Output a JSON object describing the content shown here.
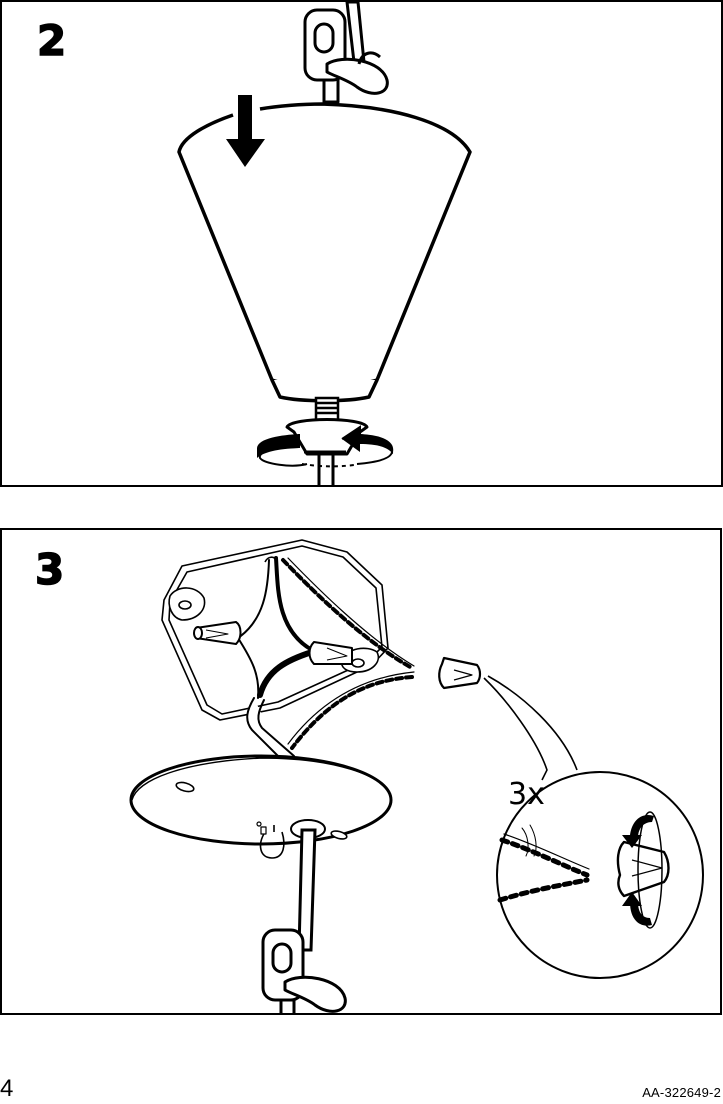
{
  "document": {
    "type": "assembly-instructions",
    "page_number": "4",
    "article_code": "AA-322649-2"
  },
  "steps": [
    {
      "number": "2",
      "illustration": "cone-lampshade-slide-down-and-screw-ring",
      "icons": [
        "cord-hook-icon",
        "down-arrow-icon",
        "rotate-arrow-icon"
      ]
    },
    {
      "number": "3",
      "illustration": "ceiling-box-wire-connectors-and-canopy",
      "quantity_label": "3x",
      "icons": [
        "junction-box-icon",
        "wire-nut-icon",
        "ceiling-canopy-icon",
        "magnify-callout-icon",
        "twist-arrow-icon",
        "cord-hook-icon"
      ]
    }
  ],
  "colors": {
    "ink": "#000000",
    "paper": "#ffffff"
  }
}
